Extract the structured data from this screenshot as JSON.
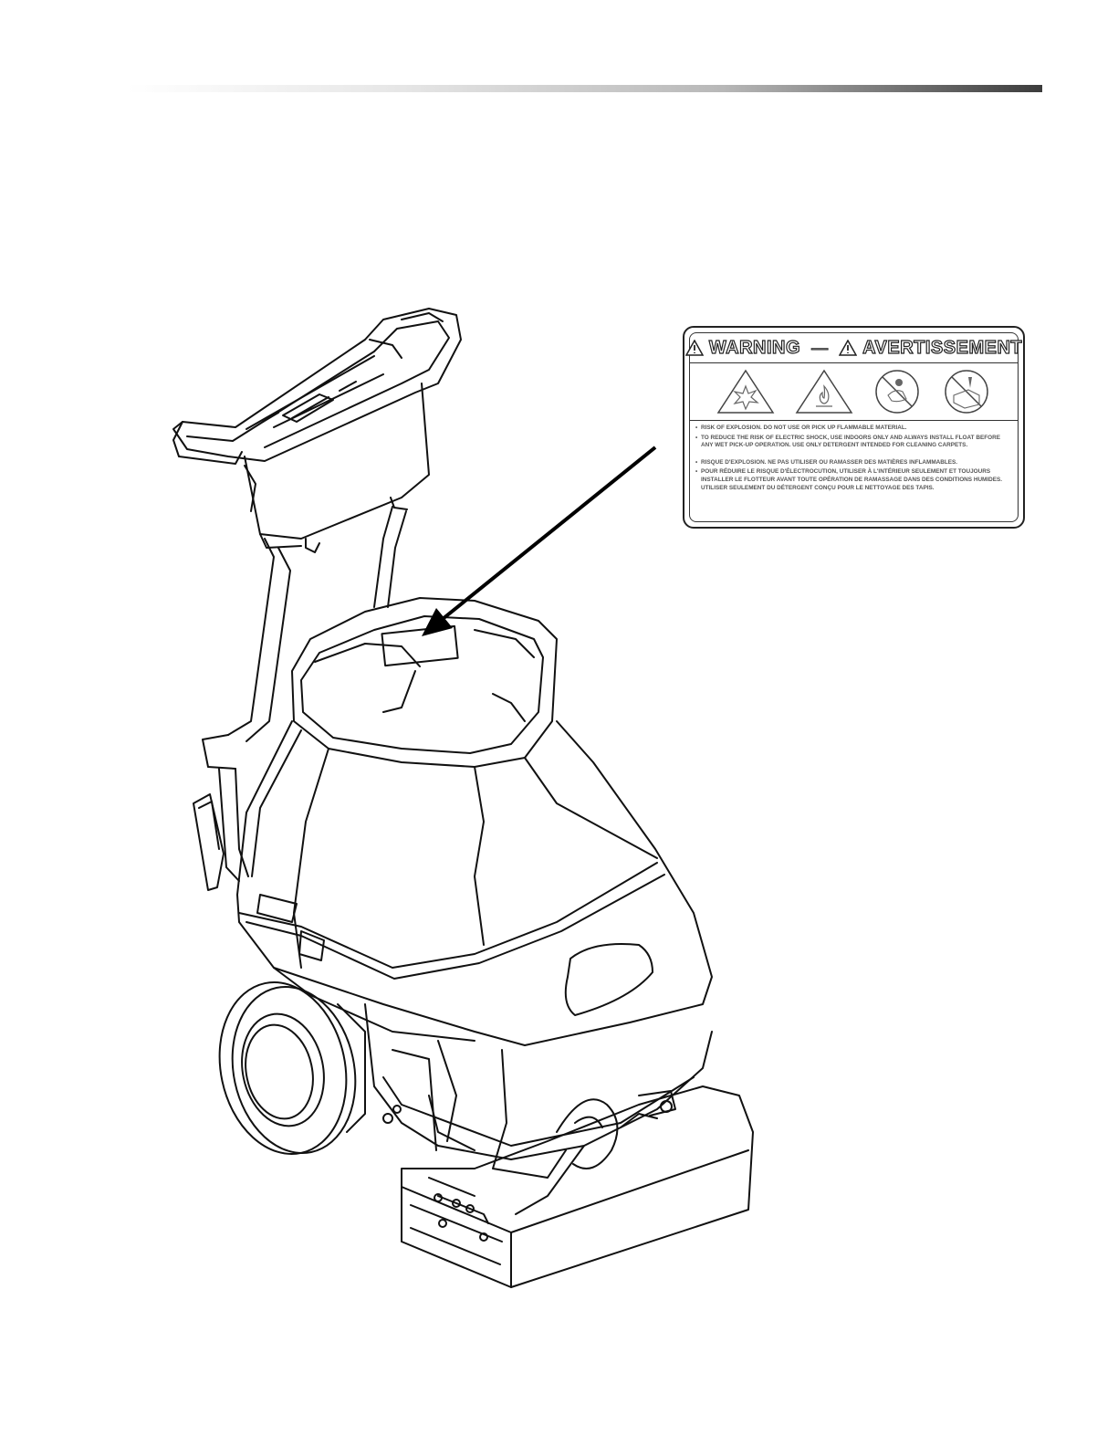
{
  "header": {
    "rule": "header-gradient-rule"
  },
  "figure": {
    "subject": "carpet extractor machine",
    "callout": "warning decal location"
  },
  "decal": {
    "warning_label": "WARNING",
    "separator": "—",
    "warning_label_fr": "AVERTISSEMENT",
    "pictograms": [
      "explosion-icon",
      "flammable-icon",
      "electric-shock-icon",
      "float-install-icon"
    ],
    "text_en": [
      "RISK OF EXPLOSION. DO NOT USE OR PICK UP FLAMMABLE MATERIAL.",
      "TO REDUCE THE RISK OF ELECTRIC SHOCK, USE INDOORS ONLY AND ALWAYS INSTALL FLOAT BEFORE ANY WET PICK-UP OPERATION. USE ONLY DETERGENT INTENDED FOR CLEANING CARPETS."
    ],
    "text_fr": [
      "RISQUE D'EXPLOSION. NE PAS UTILISER OU RAMASSER DES MATIÈRES INFLAMMABLES.",
      "POUR RÉDUIRE LE RISQUE D'ÉLECTROCUTION, UTILISER À L'INTÉRIEUR SEULEMENT ET TOUJOURS INSTALLER LE FLOTTEUR AVANT TOUTE OPÉRATION DE RAMASSAGE DANS DES CONDITIONS HUMIDES. UTILISER SEULEMENT DU DÉTERGENT CONÇU POUR LE NETTOYAGE DES TAPIS."
    ]
  }
}
